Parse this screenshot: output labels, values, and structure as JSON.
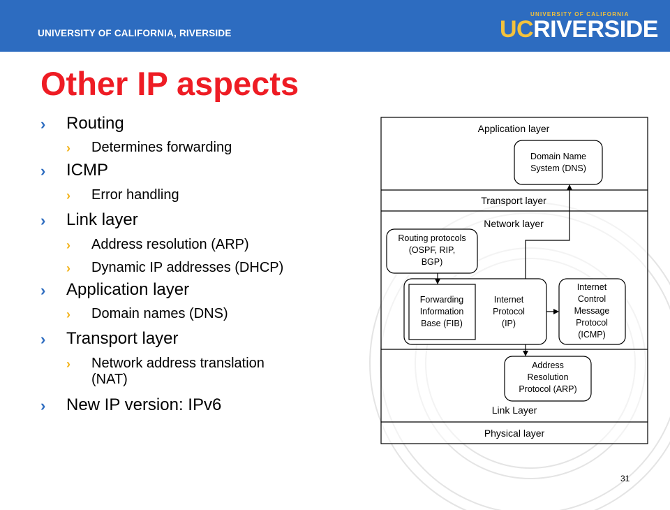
{
  "header": {
    "university": "UNIVERSITY OF CALIFORNIA, RIVERSIDE"
  },
  "logo": {
    "small": "UNIVERSITY OF CALIFORNIA",
    "uc": "UC",
    "riverside": "RIVERSIDE"
  },
  "slide": {
    "title": "Other IP aspects",
    "bullets": [
      {
        "label": "Routing",
        "sub": [
          "Determines forwarding"
        ]
      },
      {
        "label": "ICMP",
        "sub": [
          "Error handling"
        ]
      },
      {
        "label": "Link layer",
        "sub": [
          "Address resolution (ARP)",
          "Dynamic IP addresses (DHCP)"
        ]
      },
      {
        "label": "Application layer",
        "sub": [
          "Domain names (DNS)"
        ]
      },
      {
        "label": "Transport layer",
        "sub": [
          "Network address translation",
          "(NAT)"
        ]
      },
      {
        "label": "New IP version: IPv6",
        "sub": []
      }
    ],
    "page_number": "31"
  },
  "diagram": {
    "layers": [
      "Application layer",
      "Transport layer",
      "Network layer",
      "Link Layer",
      "Physical layer"
    ],
    "boxes": {
      "dns": [
        "Domain Name",
        "System (DNS)"
      ],
      "routing": [
        "Routing protocols",
        "(OSPF, RIP,",
        "BGP)"
      ],
      "fib": [
        "Forwarding",
        "Information",
        "Base (FIB)"
      ],
      "ip": [
        "Internet",
        "Protocol",
        "(IP)"
      ],
      "icmp": [
        "Internet",
        "Control",
        "Message",
        "Protocol",
        "(ICMP)"
      ],
      "arp": [
        "Address",
        "Resolution",
        "Protocol (ARP)"
      ]
    }
  }
}
